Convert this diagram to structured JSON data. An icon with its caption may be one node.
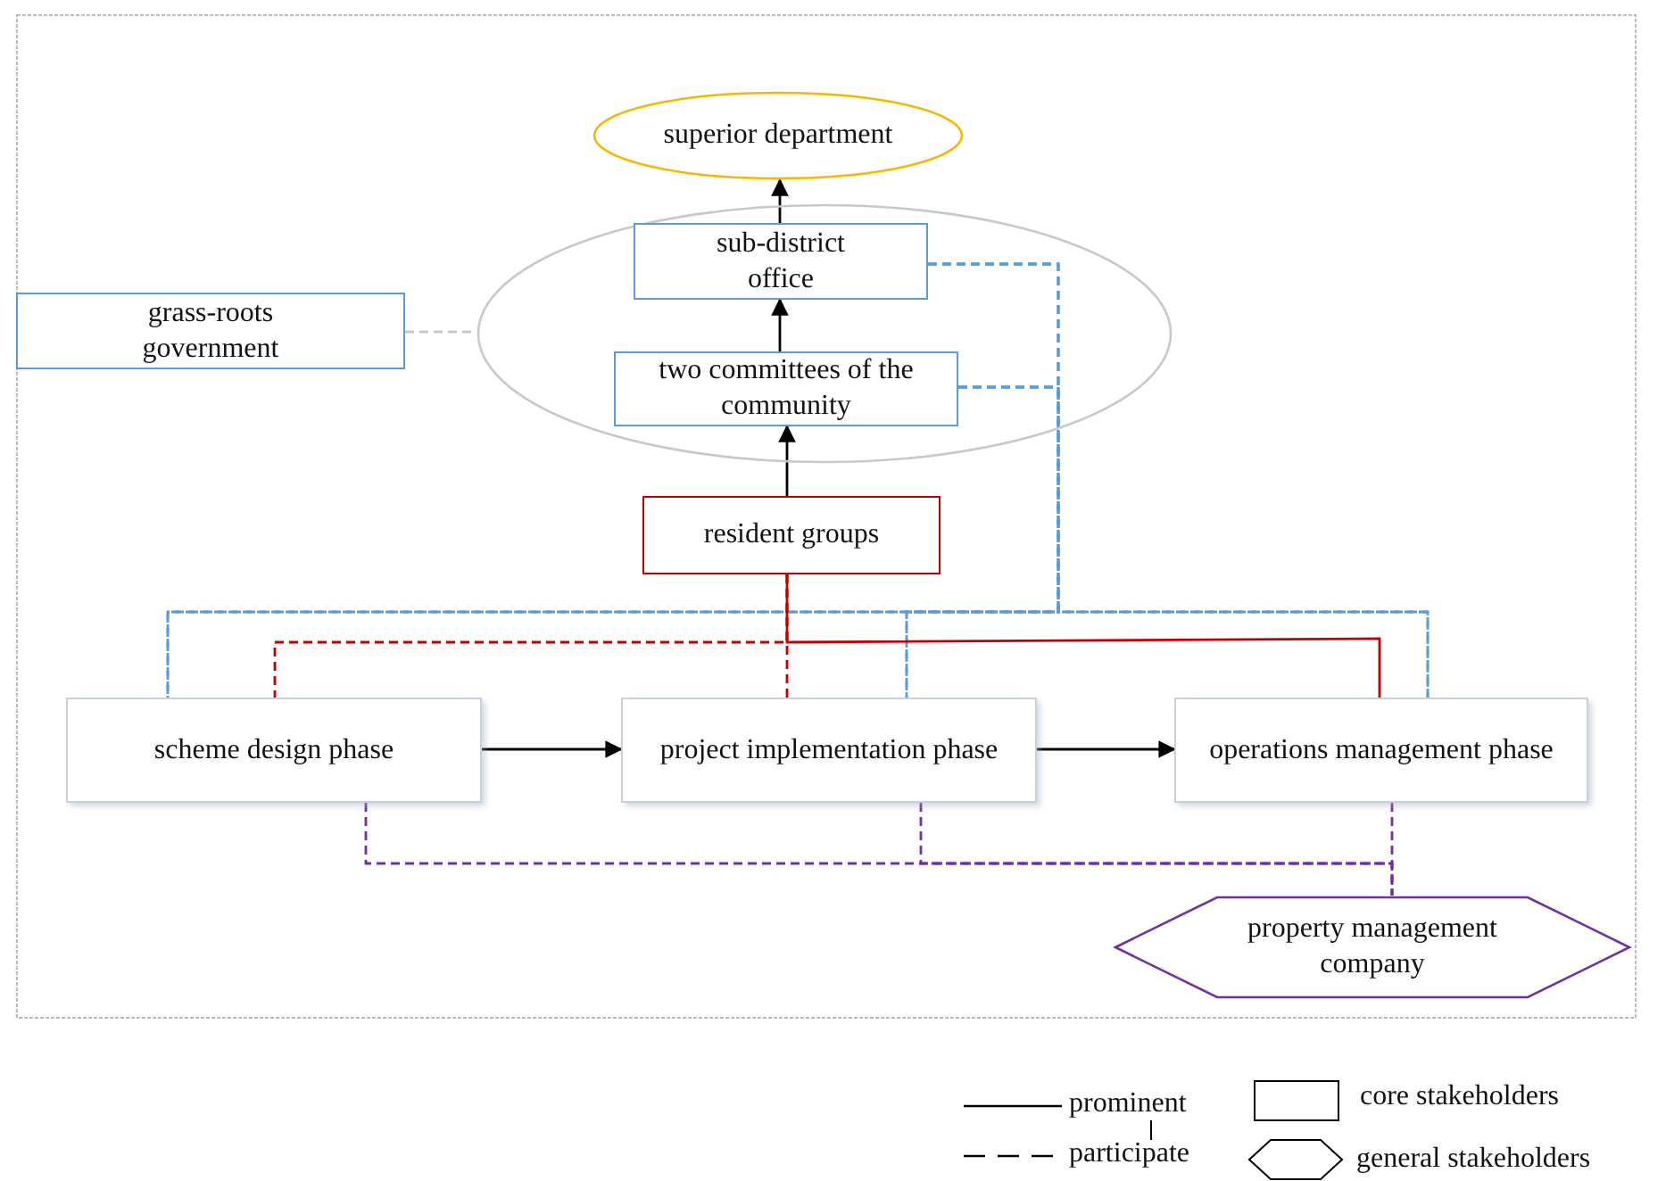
{
  "diagram": {
    "nodes": [
      {
        "text": [
          "superior  department"
        ]
      },
      {
        "text": [],
        "shape": "ellipse"
      },
      {
        "text": [
          "sub-district office"
        ],
        "in": 1
      },
      {
        "text": [
          "two committees of the community"
        ],
        "in": 1
      },
      {
        "text": [
          "grass-roots government"
        ]
      },
      {
        "text": [
          "resident groups"
        ]
      },
      {
        "text": [
          "scheme design phase"
        ]
      },
      {
        "text": [
          "project implementation phase"
        ]
      },
      {
        "text": [
          "operations management phase"
        ]
      },
      {
        "text": [
          "property management company"
        ]
      }
    ],
    "edges": [
      {
        "from": 2,
        "to": 0,
        "arrow": "to",
        "color": "#000000"
      },
      {
        "from": 3,
        "to": 2,
        "arrow": "to",
        "color": "#000000"
      },
      {
        "from": 5,
        "to": 3,
        "arrow": "to",
        "color": "#000000"
      },
      {
        "from": 4,
        "to": 1,
        "arrow": "none",
        "style": "dashed",
        "color": "#c8c8c8"
      },
      {
        "from": 6,
        "to": 7,
        "arrow": "to",
        "color": "#000000"
      },
      {
        "from": 7,
        "to": 8,
        "arrow": "to",
        "color": "#000000"
      },
      {
        "from": 2,
        "to": 6,
        "arrow": "none",
        "style": "dashed",
        "color": "#5b9bd5"
      },
      {
        "from": 2,
        "to": 7,
        "arrow": "none",
        "style": "dashed",
        "color": "#5b9bd5"
      },
      {
        "from": 2,
        "to": 8,
        "arrow": "none",
        "style": "dashed",
        "color": "#5b9bd5"
      },
      {
        "from": 3,
        "to": 6,
        "arrow": "none",
        "style": "dashed",
        "color": "#5b9bd5"
      },
      {
        "from": 3,
        "to": 7,
        "arrow": "none",
        "style": "dashed",
        "color": "#5b9bd5"
      },
      {
        "from": 3,
        "to": 8,
        "arrow": "none",
        "style": "dashed",
        "color": "#5b9bd5"
      },
      {
        "from": 5,
        "to": 6,
        "arrow": "none",
        "style": "dashed",
        "color": "#c00000"
      },
      {
        "from": 5,
        "to": 7,
        "arrow": "none",
        "style": "dashed",
        "color": "#c00000"
      },
      {
        "from": 5,
        "to": 8,
        "arrow": "none",
        "color": "#c00000"
      },
      {
        "from": 6,
        "to": 9,
        "arrow": "none",
        "style": "dashed",
        "color": "#7030a0"
      },
      {
        "from": 7,
        "to": 9,
        "arrow": "none",
        "style": "dashed",
        "color": "#7030a0"
      },
      {
        "from": 8,
        "to": 9,
        "arrow": "none",
        "style": "dashed",
        "color": "#7030a0"
      }
    ],
    "legend": [
      {
        "text": "prominent"
      },
      {
        "text": "participate"
      },
      {
        "text": "core stakeholders"
      },
      {
        "text": "general stakeholders"
      }
    ]
  }
}
